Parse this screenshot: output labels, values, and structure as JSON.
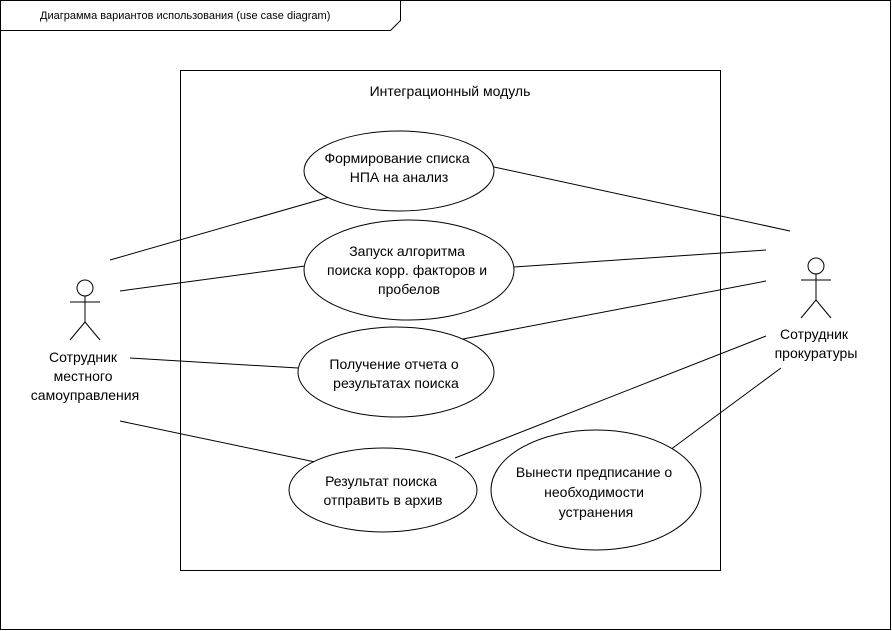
{
  "diagram": {
    "frame_label": "Диаграмма вариантов использования (use case diagram)",
    "system_title": "Интеграционный модуль",
    "actors": {
      "local": {
        "lines": [
          "Сотрудник",
          "местного",
          "самоуправления"
        ]
      },
      "prosecutor": {
        "lines": [
          "Сотрудник",
          "прокуратуры"
        ]
      }
    },
    "use_cases": {
      "uc1": {
        "lines": [
          "Формирование списка",
          "НПА на анализ"
        ]
      },
      "uc2": {
        "lines": [
          "Запуск алгоритма",
          "поиска корр. факторов и",
          "пробелов"
        ]
      },
      "uc3": {
        "lines": [
          "Получение отчета о",
          "результатах поиска"
        ]
      },
      "uc4": {
        "lines": [
          "Результат поиска",
          "отправить в архив"
        ]
      },
      "uc5": {
        "lines": [
          "Вынести предписание о",
          "необходимости",
          "устранения"
        ]
      }
    }
  }
}
